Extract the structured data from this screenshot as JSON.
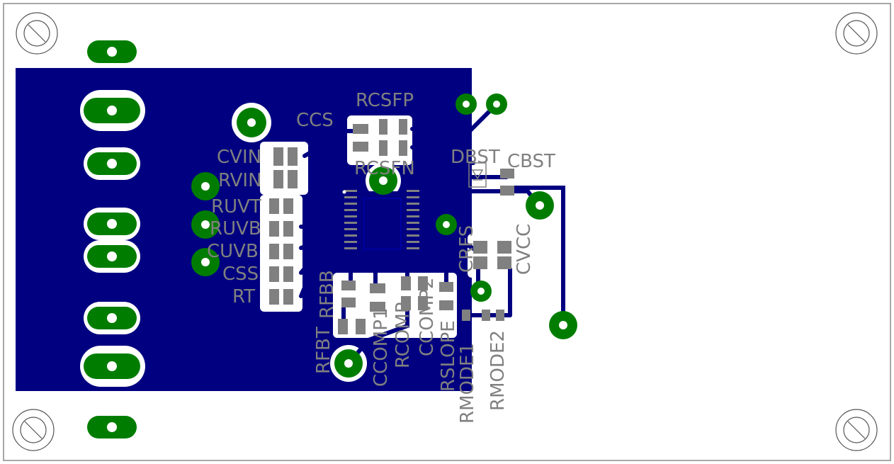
{
  "colors": {
    "background": "#ffffff",
    "board_outline": "#8a8a8a",
    "copper_pour": "#000080",
    "pad_copper": "#007d00",
    "smd_pad": "#808080",
    "silkscreen": "#808080",
    "clearance": "#ffffff",
    "drill_hole": "#ffffff"
  },
  "labels": {
    "ccs": "CCS",
    "rcsfp": "RCSFP",
    "cvin": "CVIN",
    "rvin": "RVIN",
    "rcsfn": "RCSFN",
    "dbst": "DBST",
    "cbst": "CBST",
    "ruvt": "RUVT",
    "ruvb": "RUVB",
    "cuvb": "CUVB",
    "css": "CSS",
    "rt": "RT",
    "crfs": "CRFS",
    "cvcc": "CVCC",
    "rfbb": "RFBB",
    "rfbt": "RFBT",
    "ccomp1": "CCOMP1",
    "rcomp": "RCOMP",
    "ccomp2": "CCOMP2",
    "rslope": "RSLOPE",
    "rmode1": "RMODE1",
    "rmode2": "RMODE2"
  },
  "icons": {
    "mounting_hole": "mounting-hole-icon",
    "diode": "diode-icon"
  }
}
